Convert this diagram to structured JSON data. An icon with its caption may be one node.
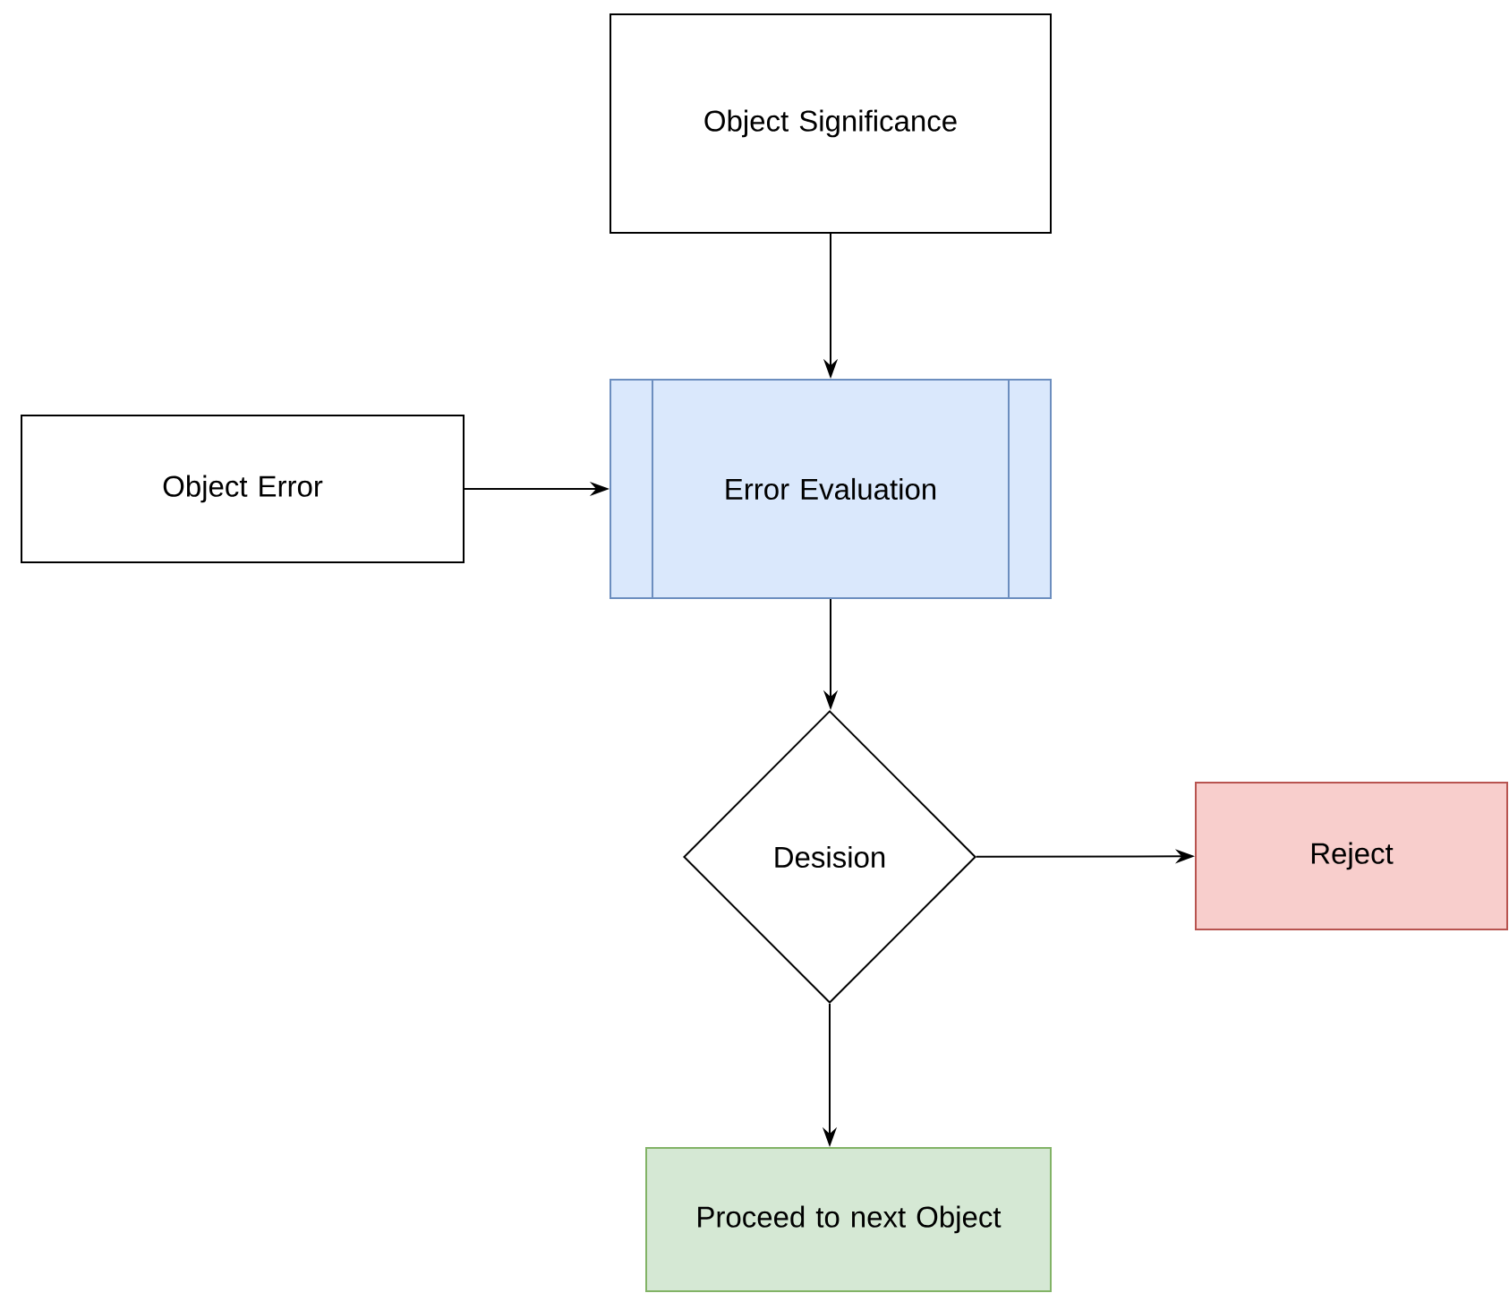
{
  "diagram": {
    "nodes": [
      {
        "text": [
          "Object Significance"
        ]
      },
      {
        "text": [
          "Object Error"
        ]
      },
      {
        "text": [
          "Error Evaluation"
        ]
      },
      {
        "text": [
          "Desision"
        ]
      },
      {
        "text": [
          "Reject"
        ]
      },
      {
        "text": [
          "Proceed to next Object"
        ]
      }
    ],
    "edges": [
      {
        "from": 0,
        "to": 2,
        "arrow": "to"
      },
      {
        "from": 1,
        "to": 2,
        "arrow": "to"
      },
      {
        "from": 2,
        "to": 3,
        "arrow": "to"
      },
      {
        "from": 3,
        "to": 4,
        "arrow": "to"
      },
      {
        "from": 3,
        "to": 5,
        "arrow": "to"
      }
    ]
  }
}
